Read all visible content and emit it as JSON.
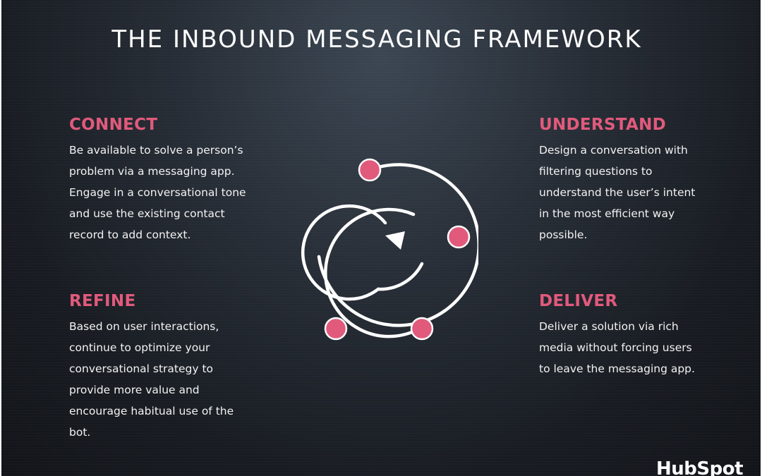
{
  "title": "THE INBOUND MESSAGING FRAMEWORK",
  "sections": {
    "connect": {
      "heading": "CONNECT",
      "body": "Be available to solve a person’s problem via a messaging app. Engage in a conversational tone and use the existing contact record to add context."
    },
    "understand": {
      "heading": "UNDERSTAND",
      "body": "Design a conversation with filtering questions to understand the user’s intent in the most efficient way possible."
    },
    "refine": {
      "heading": "REFINE",
      "body": "Based on user interactions, continue to optimize your conversational strategy to provide more value and encourage habitual use of the bot."
    },
    "deliver": {
      "heading": "DELIVER",
      "body": "Deliver a solution via rich media without forcing users to leave the messaging app."
    }
  },
  "logo": "HubSpot",
  "colors": {
    "accent": "#e15a7c",
    "text": "#ffffff",
    "background": "#1c2027"
  },
  "icons": [
    "spiral-cycle-icon",
    "arrow-head-icon"
  ]
}
